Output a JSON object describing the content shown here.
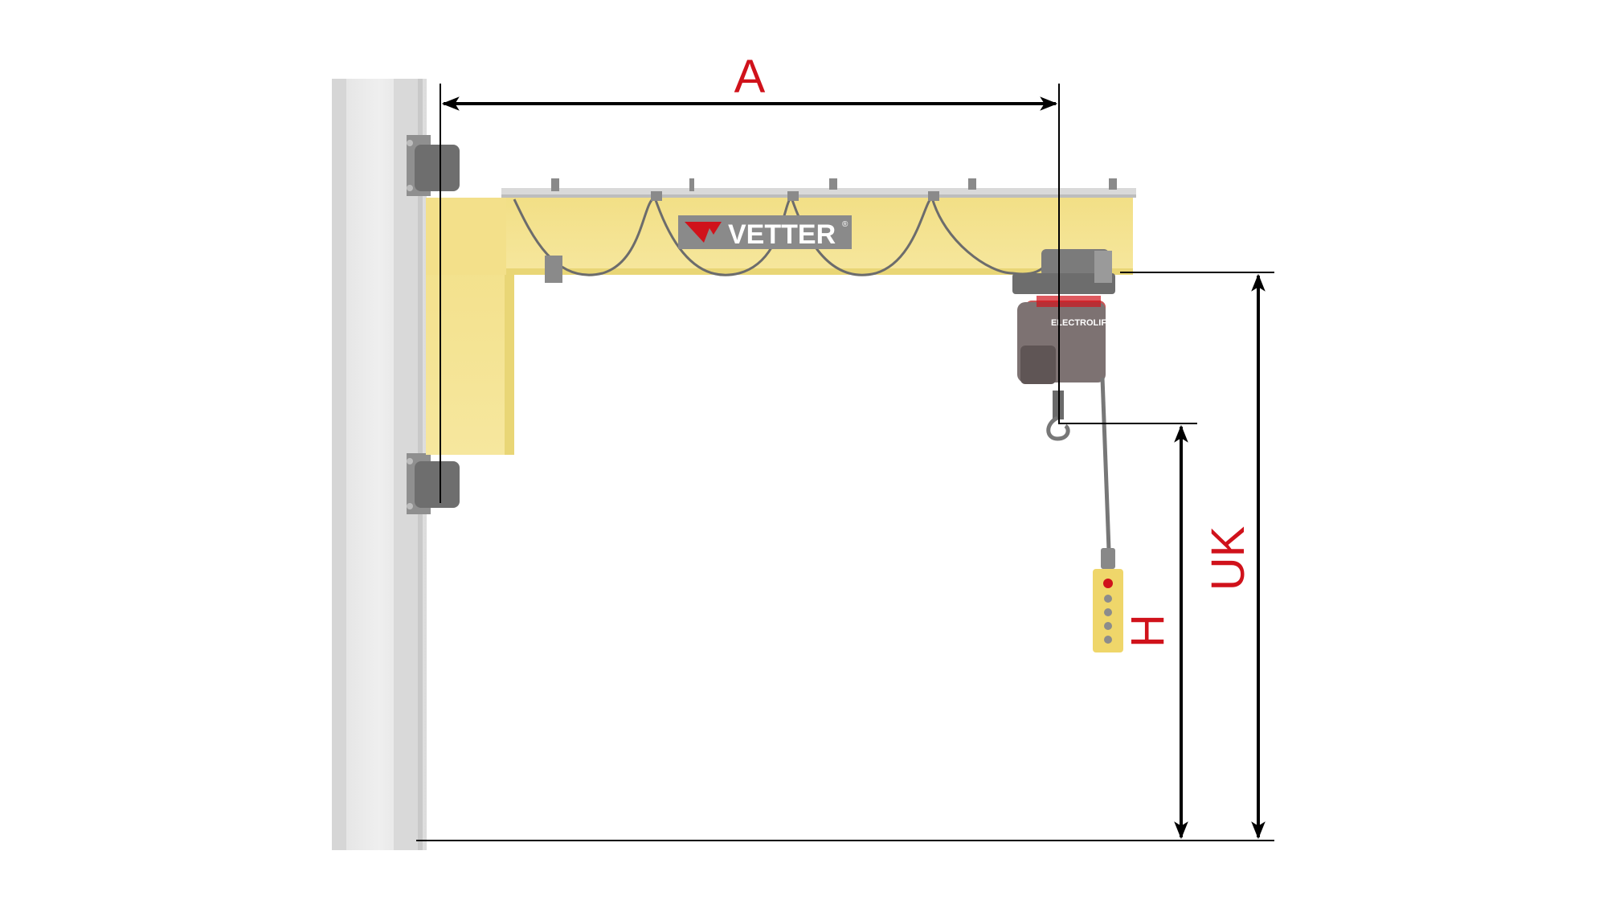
{
  "diagram": {
    "brand_label": "VETTER",
    "brand_reg": "®",
    "hoist_label": "ELECTROLIFT",
    "dimensions": {
      "outreach": "A",
      "hook_height": "H",
      "underside_height": "UK"
    },
    "colors": {
      "boom": "#f4e390",
      "boom_shadow": "#e8d36f",
      "column": "#e8e8e8",
      "column_edge": "#d2d2d2",
      "hoist": "#7a6f6f",
      "hoist_accent": "#d0121b",
      "dimension_label": "#d0121b",
      "dimension_line": "#000000",
      "logo_bg": "#8a8a8a"
    }
  }
}
